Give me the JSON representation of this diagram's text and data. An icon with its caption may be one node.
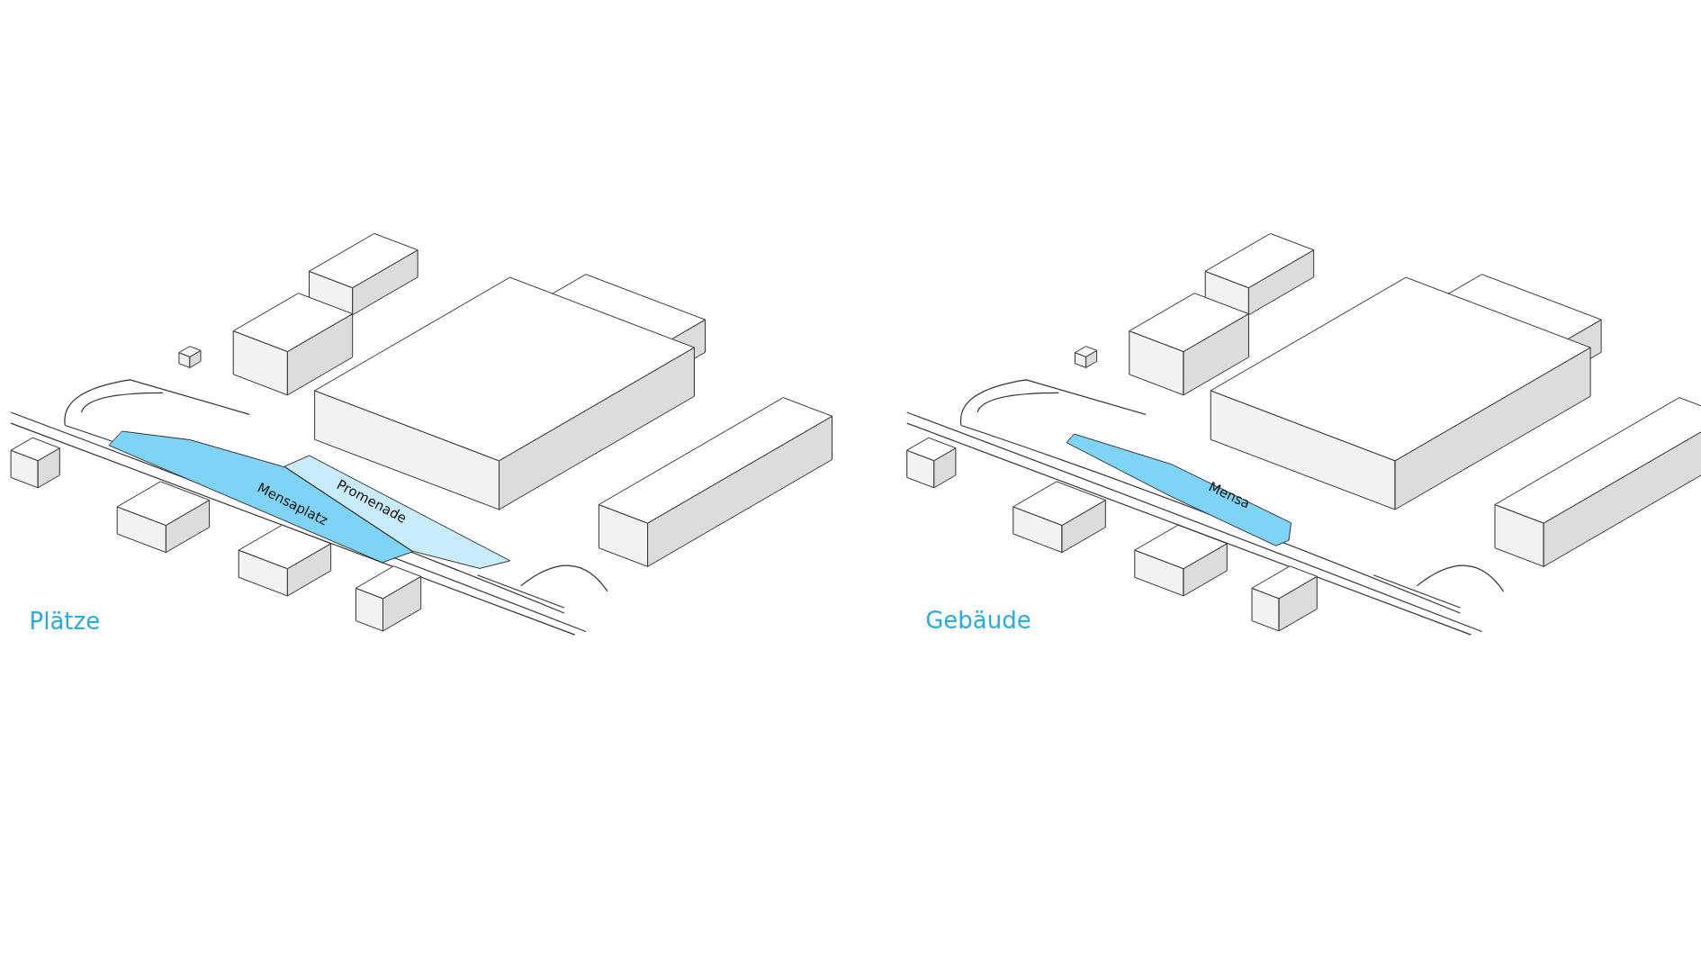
{
  "diagram": {
    "nodes": [
      {
        "text": [
          "Mensaplatz"
        ]
      },
      {
        "text": [
          "Promenade"
        ]
      },
      {
        "text": [
          "Mensa"
        ]
      }
    ],
    "labels": [
      "Plätze",
      "Gebäude"
    ]
  }
}
